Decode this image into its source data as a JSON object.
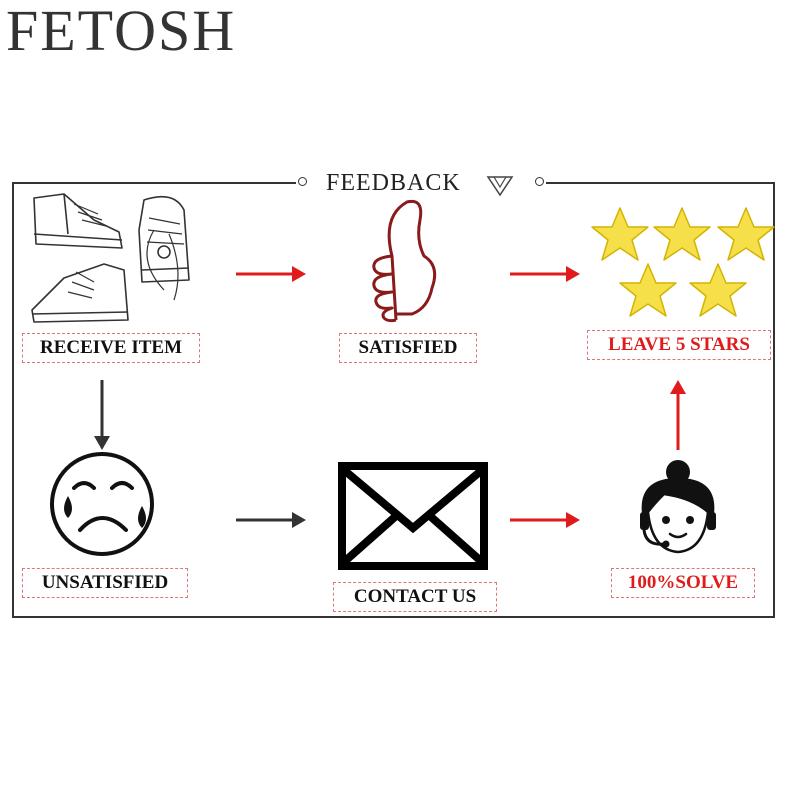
{
  "brand": {
    "name": "FETOSH"
  },
  "frame": {
    "title": "FEEDBACK"
  },
  "steps": {
    "receive": {
      "label": "RECEIVE ITEM",
      "icon": "sneakers-icon"
    },
    "satisfied": {
      "label": "SATISFIED",
      "icon": "thumbs-up-icon"
    },
    "stars": {
      "label": "LEAVE 5 STARS",
      "icon": "five-stars-icon"
    },
    "unsatisfied": {
      "label": "UNSATISFIED",
      "icon": "sad-face-icon"
    },
    "contact": {
      "label": "CONTACT US",
      "icon": "envelope-icon"
    },
    "solve": {
      "label": "100%SOLVE",
      "icon": "support-agent-icon"
    }
  },
  "colors": {
    "accent_red": "#e01b1b",
    "arrow_dark": "#333333",
    "star_yellow": "#f5e04a",
    "star_stroke": "#d4b400",
    "thumb_red": "#8b1a1a",
    "label_border": "#dd7777"
  }
}
